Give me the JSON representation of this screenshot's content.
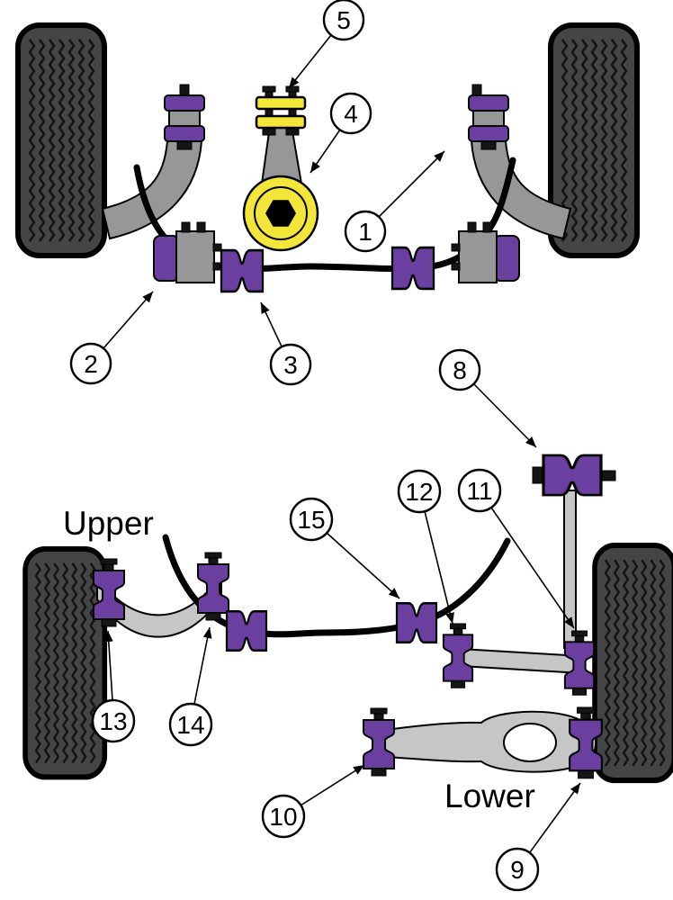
{
  "diagram": {
    "section_labels": {
      "upper": "Upper",
      "lower": "Lower"
    },
    "callouts": {
      "c1": "1",
      "c2": "2",
      "c3": "3",
      "c4": "4",
      "c5": "5",
      "c8": "8",
      "c9": "9",
      "c10": "10",
      "c11": "11",
      "c12": "12",
      "c13": "13",
      "c14": "14",
      "c15": "15"
    },
    "colors": {
      "bush_purple": "#6b3fa0",
      "mount_yellow": "#f2e63a",
      "arm_gray": "#979797",
      "arm_light": "#c6c6c6",
      "tire_dark": "#454545",
      "outline": "#000000",
      "background": "#ffffff"
    }
  }
}
